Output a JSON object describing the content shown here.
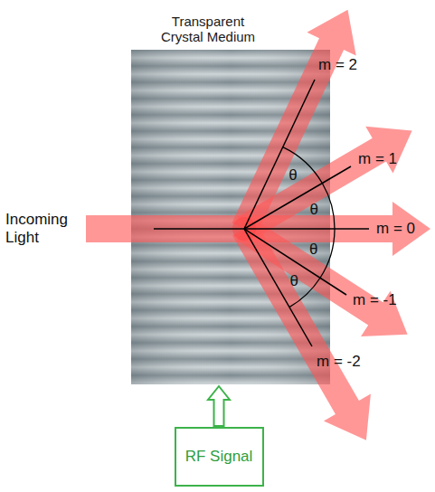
{
  "diagram": {
    "nodes": [
      {
        "text": [
          "Transparent Crystal Medium"
        ]
      },
      {
        "text": [
          "RF Signal"
        ]
      }
    ],
    "edges": [
      {
        "from": 1,
        "to": 0,
        "arrow": "to"
      }
    ],
    "labels": [
      "Incoming Light",
      "m = 2",
      "m = 1",
      "m = 0",
      "m = -1",
      "m = -2",
      "θ",
      "θ",
      "θ",
      "θ"
    ]
  }
}
